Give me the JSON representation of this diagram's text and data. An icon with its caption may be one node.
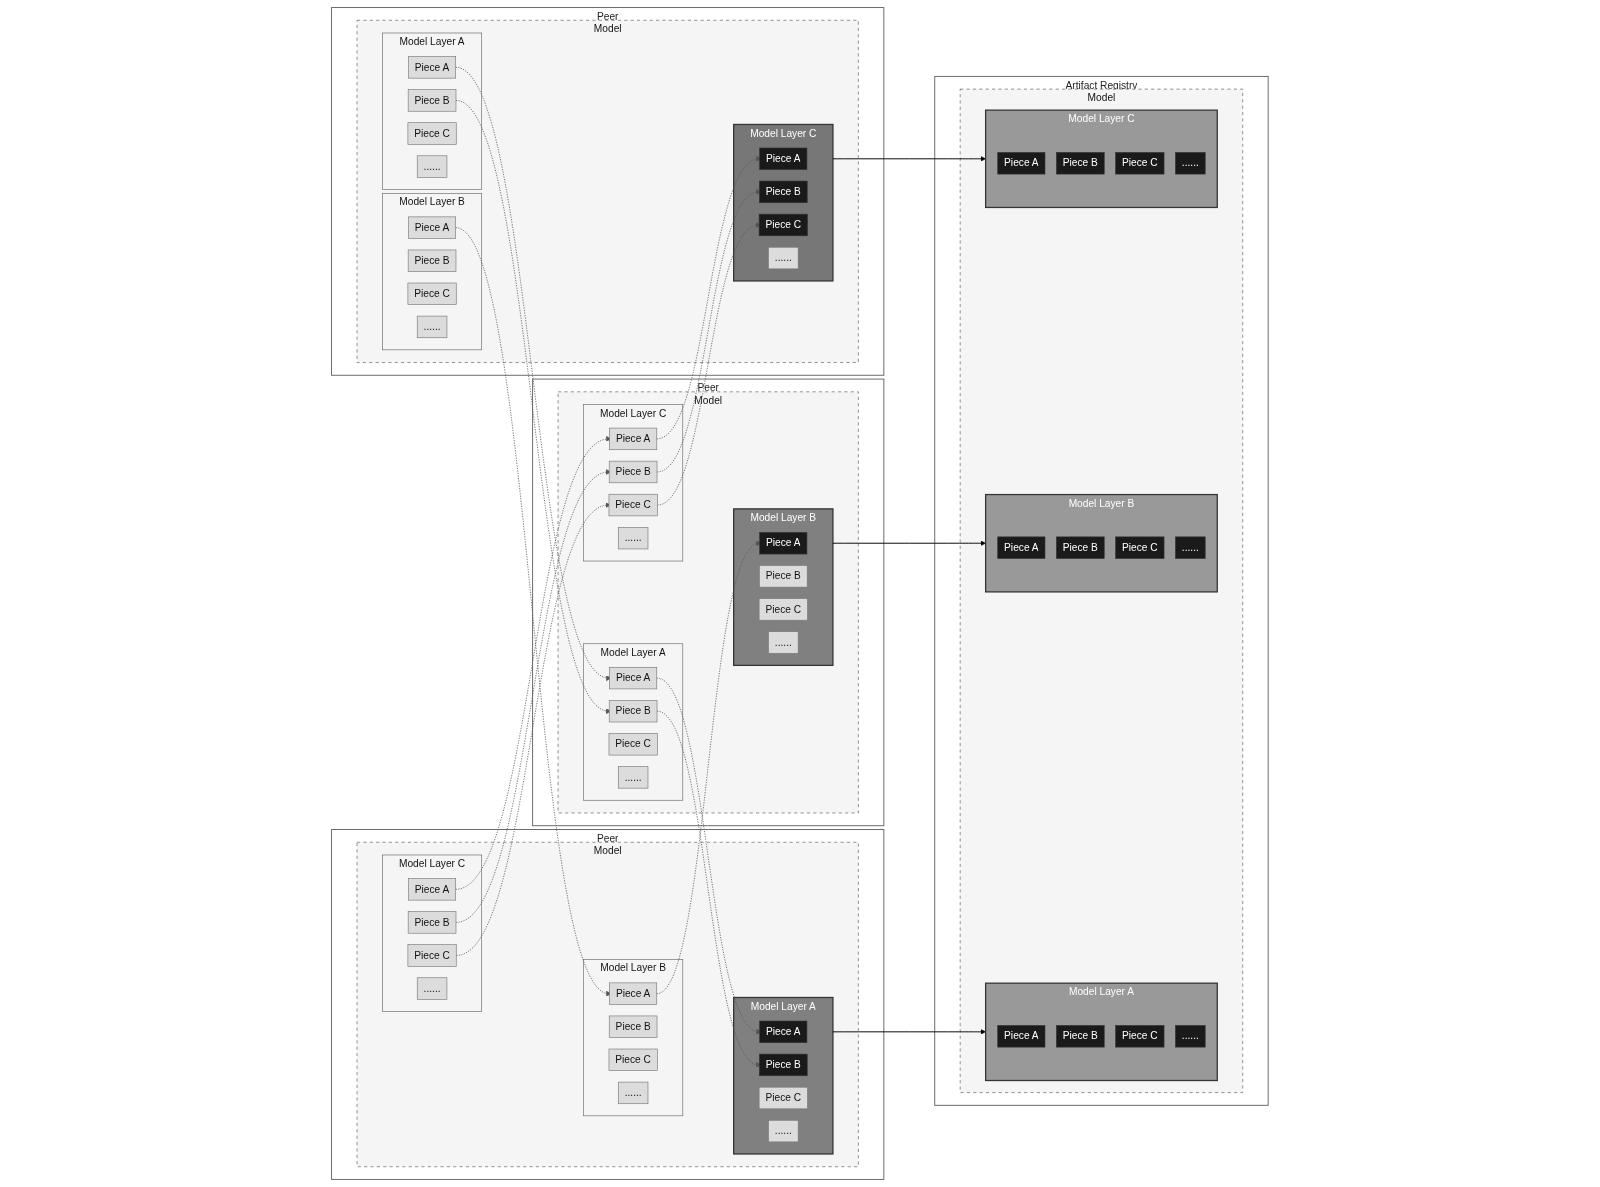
{
  "diagram": {
    "nodes": [
      {
        "text": [
          "Artifact Registry"
        ]
      },
      {
        "text": [
          "Model"
        ],
        "in": 0
      },
      {
        "text": [
          "Model Layer A"
        ],
        "in": 1
      },
      {
        "text": [
          "Piece A"
        ],
        "in": 2
      },
      {
        "text": [
          "Piece B"
        ],
        "in": 2
      },
      {
        "text": [
          "Piece C"
        ],
        "in": 2
      },
      {
        "text": [
          "......"
        ],
        "in": 2
      },
      {
        "text": [
          "Model Layer B"
        ],
        "in": 1
      },
      {
        "text": [
          "Piece A"
        ],
        "in": 7
      },
      {
        "text": [
          "Piece B"
        ],
        "in": 7
      },
      {
        "text": [
          "Piece C"
        ],
        "in": 7
      },
      {
        "text": [
          "......"
        ],
        "in": 7
      },
      {
        "text": [
          "Model Layer C"
        ],
        "in": 1
      },
      {
        "text": [
          "Piece A"
        ],
        "in": 12
      },
      {
        "text": [
          "Piece B"
        ],
        "in": 12
      },
      {
        "text": [
          "Piece C"
        ],
        "in": 12
      },
      {
        "text": [
          "......"
        ],
        "in": 12
      },
      {
        "text": [
          "Peer"
        ]
      },
      {
        "text": [
          "Model"
        ],
        "in": 17
      },
      {
        "text": [
          "Model Layer A"
        ],
        "in": 18
      },
      {
        "text": [
          "Piece A"
        ],
        "in": 19
      },
      {
        "text": [
          "Piece B"
        ],
        "in": 19
      },
      {
        "text": [
          "Piece C"
        ],
        "in": 19
      },
      {
        "text": [
          "......"
        ],
        "in": 19
      },
      {
        "text": [
          "Model Layer B"
        ],
        "in": 18
      },
      {
        "text": [
          "Piece A"
        ],
        "in": 24
      },
      {
        "text": [
          "Piece B"
        ],
        "in": 24
      },
      {
        "text": [
          "Piece C"
        ],
        "in": 24
      },
      {
        "text": [
          "......"
        ],
        "in": 24
      },
      {
        "text": [
          "Model Layer C"
        ],
        "in": 18
      },
      {
        "text": [
          "Piece A"
        ],
        "in": 29
      },
      {
        "text": [
          "Piece B"
        ],
        "in": 29
      },
      {
        "text": [
          "Piece C"
        ],
        "in": 29
      },
      {
        "text": [
          "......"
        ],
        "in": 29
      },
      {
        "text": [
          "Peer"
        ]
      },
      {
        "text": [
          "Model"
        ],
        "in": 34
      },
      {
        "text": [
          "Model Layer A"
        ],
        "in": 35
      },
      {
        "text": [
          "Piece A"
        ],
        "in": 36
      },
      {
        "text": [
          "Piece B"
        ],
        "in": 36
      },
      {
        "text": [
          "Piece C"
        ],
        "in": 36
      },
      {
        "text": [
          "......"
        ],
        "in": 36
      },
      {
        "text": [
          "Model Layer B"
        ],
        "in": 35
      },
      {
        "text": [
          "Piece A"
        ],
        "in": 41
      },
      {
        "text": [
          "Piece B"
        ],
        "in": 41
      },
      {
        "text": [
          "Piece C"
        ],
        "in": 41
      },
      {
        "text": [
          "......"
        ],
        "in": 41
      },
      {
        "text": [
          "Model Layer C"
        ],
        "in": 35
      },
      {
        "text": [
          "Piece A"
        ],
        "in": 46
      },
      {
        "text": [
          "Piece B"
        ],
        "in": 46
      },
      {
        "text": [
          "Piece C"
        ],
        "in": 46
      },
      {
        "text": [
          "......"
        ],
        "in": 46
      },
      {
        "text": [
          "Peer"
        ]
      },
      {
        "text": [
          "Model"
        ],
        "in": 51
      },
      {
        "text": [
          "Model Layer A"
        ],
        "in": 52
      },
      {
        "text": [
          "Piece A"
        ],
        "in": 53
      },
      {
        "text": [
          "Piece B"
        ],
        "in": 53
      },
      {
        "text": [
          "Piece C"
        ],
        "in": 53
      },
      {
        "text": [
          "......"
        ],
        "in": 53
      },
      {
        "text": [
          "Model Layer B"
        ],
        "in": 52
      },
      {
        "text": [
          "Piece A"
        ],
        "in": 58
      },
      {
        "text": [
          "Piece B"
        ],
        "in": 58
      },
      {
        "text": [
          "Piece C"
        ],
        "in": 58
      },
      {
        "text": [
          "......"
        ],
        "in": 58
      },
      {
        "text": [
          "Model Layer C"
        ],
        "in": 52
      },
      {
        "text": [
          "Piece A"
        ],
        "in": 63
      },
      {
        "text": [
          "Piece B"
        ],
        "in": 63
      },
      {
        "text": [
          "Piece C"
        ],
        "in": 63
      },
      {
        "text": [
          "......"
        ],
        "in": 63
      }
    ],
    "edges": [
      {
        "from": 19,
        "to": 2,
        "arrow": "to",
        "color": "#000000"
      },
      {
        "from": 41,
        "to": 7,
        "arrow": "to",
        "color": "#000000"
      },
      {
        "from": 63,
        "to": 12,
        "arrow": "to",
        "color": "#000000"
      },
      {
        "from": 37,
        "to": 20,
        "arrow": "to",
        "style": "dashed"
      },
      {
        "from": 38,
        "to": 21,
        "arrow": "to",
        "style": "dashed"
      },
      {
        "from": 54,
        "to": 37,
        "arrow": "to",
        "style": "dashed"
      },
      {
        "from": 55,
        "to": 38,
        "arrow": "to",
        "style": "dashed"
      },
      {
        "from": 59,
        "to": 25,
        "arrow": "to",
        "style": "dashed"
      },
      {
        "from": 25,
        "to": 42,
        "arrow": "to",
        "style": "dashed"
      },
      {
        "from": 30,
        "to": 47,
        "arrow": "to",
        "style": "dashed"
      },
      {
        "from": 31,
        "to": 48,
        "arrow": "to",
        "style": "dashed"
      },
      {
        "from": 32,
        "to": 49,
        "arrow": "to",
        "style": "dashed"
      },
      {
        "from": 47,
        "to": 64,
        "arrow": "to",
        "style": "dashed"
      },
      {
        "from": 48,
        "to": 65,
        "arrow": "to",
        "style": "dashed"
      },
      {
        "from": 49,
        "to": 66,
        "arrow": "to",
        "style": "dashed"
      }
    ]
  }
}
